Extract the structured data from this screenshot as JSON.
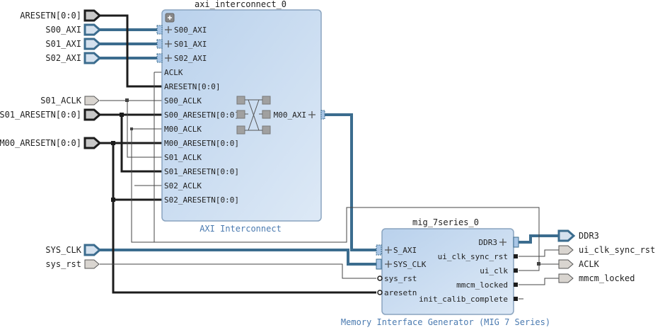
{
  "colors": {
    "bus": "#3b6c8e",
    "reset": "#1c1c1c",
    "block_fill": "#c6daf0",
    "block_stroke": "#8aa4bf",
    "caption": "#4a7ab0",
    "port_in": "#d9d5d0"
  },
  "ext_ports": {
    "aresetn": "ARESETN[0:0]",
    "s00_axi": "S00_AXI",
    "s01_axi": "S01_AXI",
    "s02_axi": "S02_AXI",
    "s01_aclk": "S01_ACLK",
    "s01_aresetn": "S01_ARESETN[0:0]",
    "m00_aresetn": "M00_ARESETN[0:0]",
    "sys_clk": "SYS_CLK",
    "sys_rst": "sys_rst",
    "ddr3": "DDR3",
    "ui_clk_sync_rst": "ui_clk_sync_rst",
    "aclk": "ACLK",
    "mmcm_locked": "mmcm_locked"
  },
  "axi": {
    "instance": "axi_interconnect_0",
    "caption": "AXI Interconnect",
    "ports": [
      "S00_AXI",
      "S01_AXI",
      "S02_AXI",
      "ACLK",
      "ARESETN[0:0]",
      "S00_ACLK",
      "S00_ARESETN[0:0]",
      "M00_ACLK",
      "M00_ARESETN[0:0]",
      "S01_ACLK",
      "S01_ARESETN[0:0]",
      "S02_ACLK",
      "S02_ARESETN[0:0]"
    ],
    "m00": "M00_AXI"
  },
  "mig": {
    "instance": "mig_7series_0",
    "caption": "Memory Interface Generator (MIG 7 Series)",
    "left_ports": [
      "S_AXI",
      "SYS_CLK",
      "sys_rst",
      "aresetn"
    ],
    "right_ports": [
      "DDR3",
      "ui_clk_sync_rst",
      "ui_clk",
      "mmcm_locked",
      "init_calib_complete"
    ]
  }
}
